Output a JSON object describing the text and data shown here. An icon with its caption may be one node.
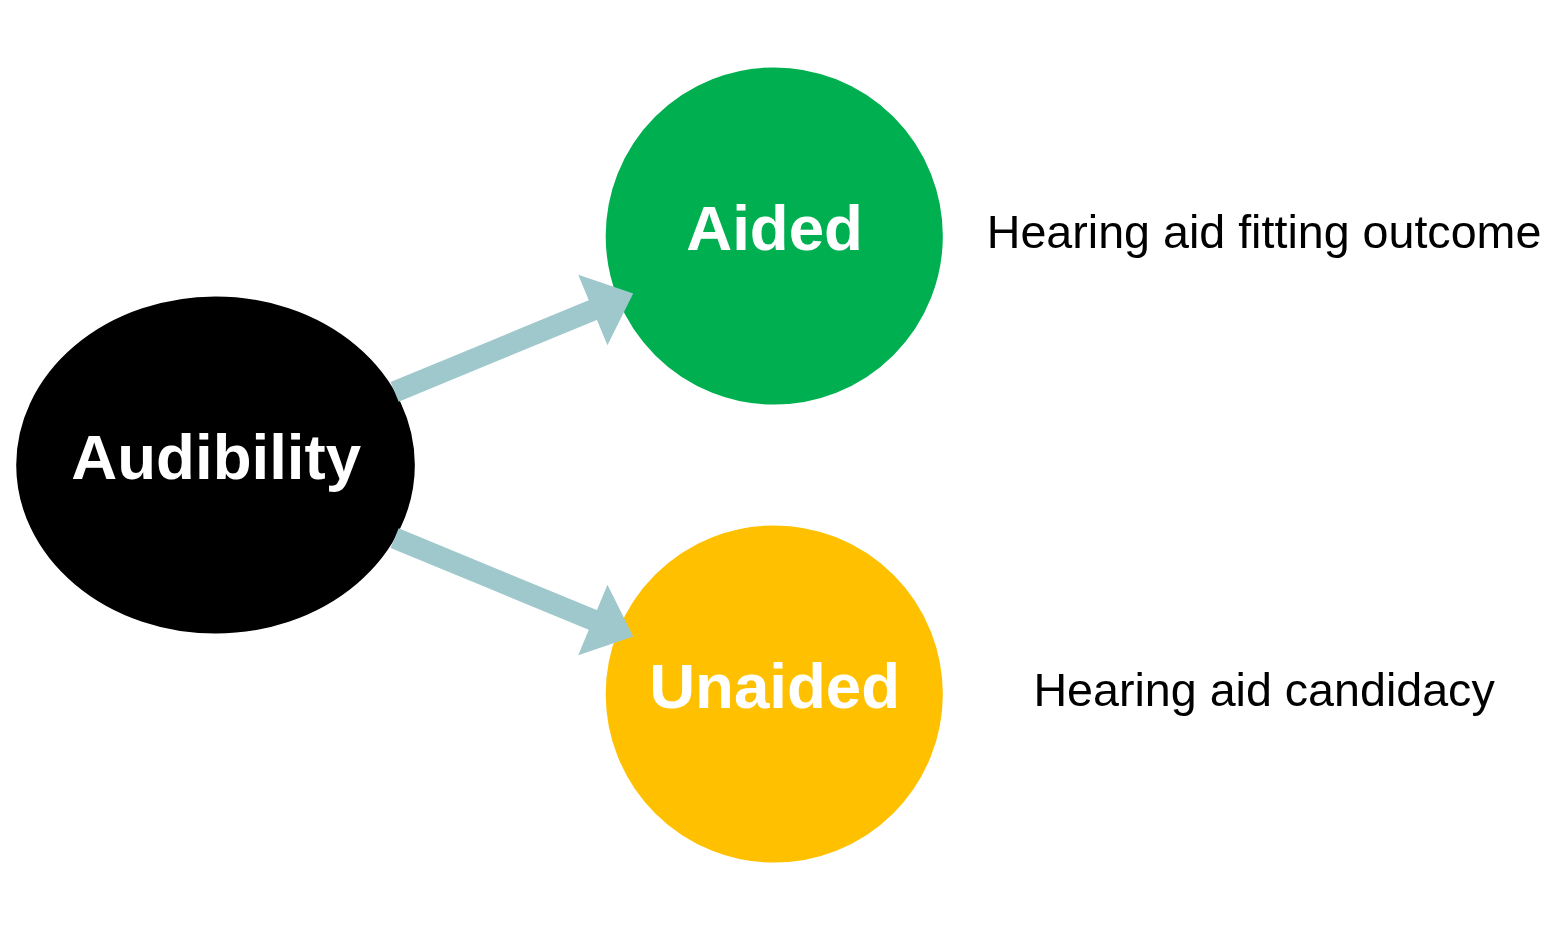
{
  "diagram": {
    "nodes": [
      {
        "text": [
          "Audibility"
        ]
      },
      {
        "text": [
          "Aided"
        ],
        "beside": [
          "Hearing aid fitting outcome"
        ]
      },
      {
        "text": [
          "Unaided"
        ],
        "beside": [
          "Hearing aid candidacy"
        ]
      }
    ],
    "edges": [
      {
        "from": 0,
        "to": 1,
        "arrow": "to"
      },
      {
        "from": 0,
        "to": 2,
        "arrow": "to"
      }
    ]
  }
}
